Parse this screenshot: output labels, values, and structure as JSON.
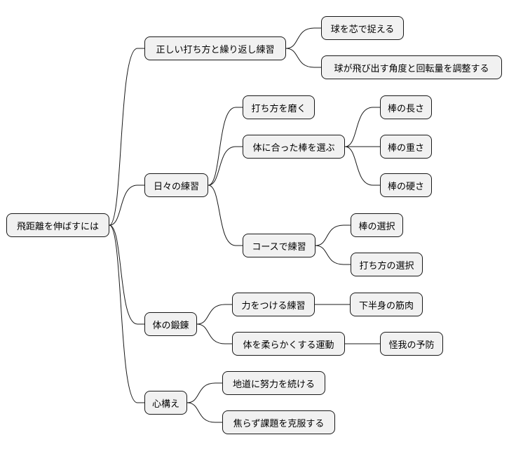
{
  "mindmap": {
    "root": "飛距離を伸ばすには",
    "branches": [
      {
        "label": "正しい打ち方と繰り返し練習",
        "children": [
          {
            "label": "球を芯で捉える"
          },
          {
            "label": "球が飛び出す角度と回転量を調整する"
          }
        ]
      },
      {
        "label": "日々の練習",
        "children": [
          {
            "label": "打ち方を磨く"
          },
          {
            "label": "体に合った棒を選ぶ",
            "children": [
              "棒の長さ",
              "棒の重さ",
              "棒の硬さ"
            ]
          },
          {
            "label": "コースで練習",
            "children": [
              "棒の選択",
              "打ち方の選択"
            ]
          }
        ]
      },
      {
        "label": "体の鍛錬",
        "children": [
          {
            "label": "力をつける練習",
            "children": [
              "下半身の筋肉"
            ]
          },
          {
            "label": "体を柔らかくする運動",
            "children": [
              "怪我の予防"
            ]
          }
        ]
      },
      {
        "label": "心構え",
        "children": [
          {
            "label": "地道に努力を続ける"
          },
          {
            "label": "焦らず課題を克服する"
          }
        ]
      }
    ]
  }
}
